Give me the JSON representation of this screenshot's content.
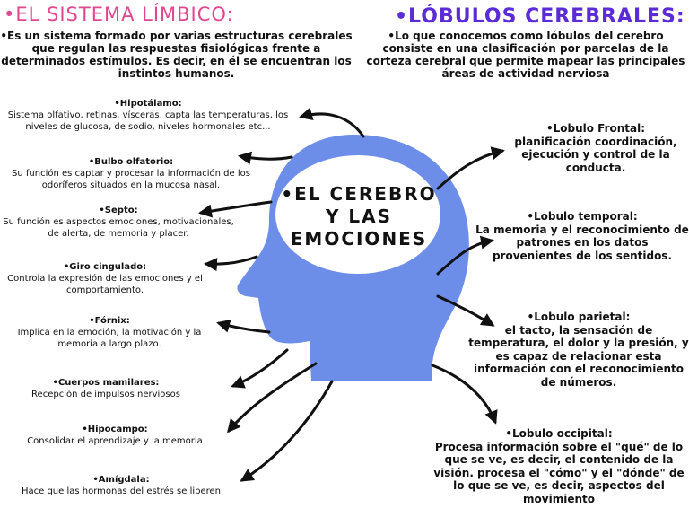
{
  "left_title": "•EL SISTEMA LÍMBICO:",
  "left_intro": "•Es un sistema formado por varias estructuras cerebrales que regulan las respuestas fisiológicas frente a determinados estímulos. Es decir, en él se encuentran los instintos humanos.",
  "right_title": "•LÓBULOS CEREBRALES:",
  "right_intro": "•Lo que conocemos como lóbulos del cerebro consiste en una clasificación por parcelas de la corteza cerebral que permite mapear las principales áreas de actividad nerviosa",
  "center": [
    "•EL CEREBRO",
    "Y LAS",
    "EMOCIONES"
  ],
  "head_color": "#6d8ee8",
  "limbic": [
    {
      "head": "•Hipotálamo:",
      "body": "Sistema olfativo, retinas, vísceras, capta las temperaturas, los niveles de glucosa, de sodio, niveles hormonales etc..."
    },
    {
      "head": "•Bulbo olfatorio:",
      "body": "Su función es captar y procesar la información de los odoríferos situados en la mucosa nasal."
    },
    {
      "head": "•Septo:",
      "body": "Su función es aspectos emociones, motivacionales, de alerta, de memoria y placer."
    },
    {
      "head": "•Giro cingulado:",
      "body": "Controla la expresión de las emociones y el comportamiento."
    },
    {
      "head": "•Fórnix:",
      "body": "Implica en la emoción, la motivación y la memoria a largo plazo."
    },
    {
      "head": "•Cuerpos mamilares:",
      "body": "Recepción de impulsos nerviosos"
    },
    {
      "head": "•Hipocampo:",
      "body": "Consolidar el aprendizaje y la memoria"
    },
    {
      "head": "•Amígdala:",
      "body": "Hace que las hormonas del estrés se liberen"
    }
  ],
  "lobes": [
    {
      "head": "•Lobulo Frontal:",
      "body": "planificación coordinación, ejecución y control de la conducta."
    },
    {
      "head": "•Lobulo temporal:",
      "body": "La memoria y el reconocimiento de patrones en los datos provenientes de los sentidos."
    },
    {
      "head": "•Lobulo parietal:",
      "body": "el tacto, la sensación de temperatura, el dolor y la presión, y es capaz de relacionar esta información con el reconocimiento de números."
    },
    {
      "head": "•Lobulo occipital:",
      "body": "Procesa información sobre el \"qué\" de lo que se ve, es decir, el contenido de la visión. procesa el \"cómo\" y el \"dónde\" de lo que se ve, es decir, aspectos del movimiento"
    }
  ]
}
